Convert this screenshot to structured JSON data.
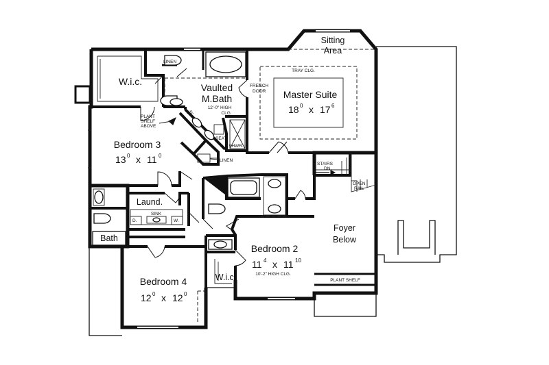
{
  "rooms": {
    "sitting_area": {
      "line1": "Sitting",
      "line2": "Area"
    },
    "master_suite": {
      "name": "Master Suite",
      "dim_w": "18",
      "dim_w_sup": "0",
      "dim_x": "x",
      "dim_h": "17",
      "dim_h_sup": "6",
      "ceiling": "TRAY CLG."
    },
    "master_bath": {
      "line1": "Vaulted",
      "line2": "M.Bath",
      "ceiling1": "12'-0\" HIGH",
      "ceiling2": "CLG."
    },
    "wic_master": {
      "name": "W.i.c."
    },
    "bedroom3": {
      "name": "Bedroom 3",
      "dim_w": "13",
      "dim_w_sup": "0",
      "dim_x": "x",
      "dim_h": "11",
      "dim_h_sup": "0"
    },
    "bedroom2": {
      "name": "Bedroom 2",
      "dim_w": "11",
      "dim_w_sup": "4",
      "dim_x": "x",
      "dim_h": "11",
      "dim_h_sup": "10",
      "ceiling": "10'-2\" HIGH CLG."
    },
    "bedroom4": {
      "name": "Bedroom 4",
      "dim_w": "12",
      "dim_w_sup": "0",
      "dim_x": "x",
      "dim_h": "12",
      "dim_h_sup": "0"
    },
    "wic_bed2": {
      "name": "W.i.c."
    },
    "laundry": {
      "name": "Laund."
    },
    "bath": {
      "name": "Bath"
    },
    "foyer": {
      "line1": "Foyer",
      "line2": "Below"
    }
  },
  "notes": {
    "linen_top": "LINEN",
    "linen_mid": "LINEN",
    "french1": "FRENCH",
    "french2": "DOOR",
    "plant_shelf_1": "PLANT",
    "plant_shelf_2": "SHELF",
    "plant_shelf_3": "ABOVE",
    "ks": "KS.",
    "seat": "SEAT",
    "shwr": "SHWR.",
    "stairs": "STAIRS",
    "dn": "DN.",
    "open1": "OPEN",
    "open2": "RAIL",
    "sink": "SINK",
    "dryer": "D.",
    "washer": "W.",
    "plant_shelf_foyer": "PLANT SHELF"
  }
}
